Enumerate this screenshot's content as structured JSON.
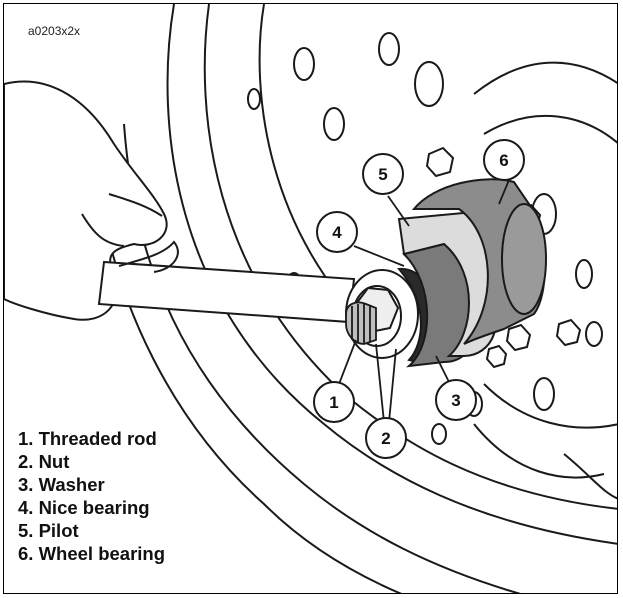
{
  "figure_id": "a0203x2x",
  "callouts": [
    "1",
    "2",
    "3",
    "4",
    "5",
    "6"
  ],
  "legend": [
    "1. Threaded rod",
    "2. Nut",
    "3. Washer",
    "4. Nice bearing",
    "5. Pilot",
    "6. Wheel bearing"
  ],
  "colors": {
    "line": "#1a1a1a",
    "bearing_dark": "#7a7a7a",
    "bearing_mid": "#9a9a9a",
    "pilot_light": "#dcdcdc",
    "callout_fill": "#ffffff"
  }
}
